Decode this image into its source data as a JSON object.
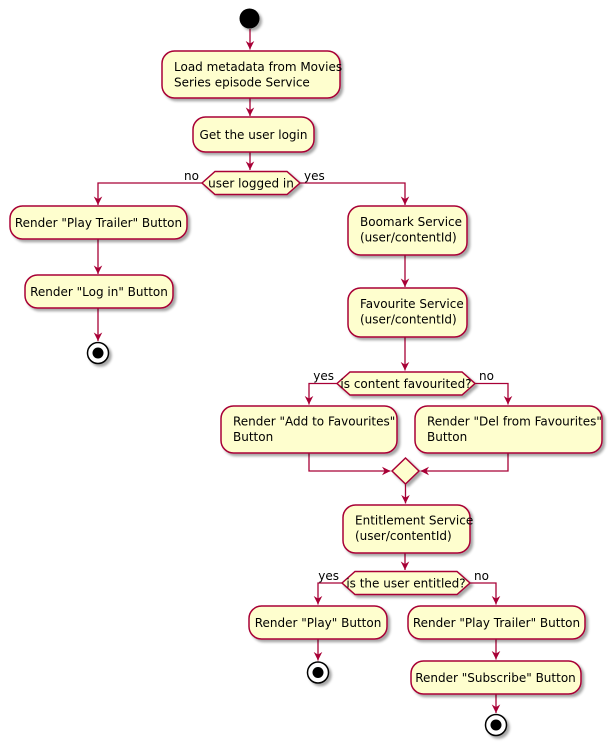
{
  "diagram": {
    "type": "activity-diagram",
    "background": "#FFFFFF",
    "colors": {
      "node_fill": "#FEFECE",
      "node_border": "#A80036",
      "edge": "#A80036",
      "text": "#000000",
      "end_node": "#000000",
      "background": "#FFFFFF"
    },
    "nodes": {
      "load_metadata": {
        "line1": "Load metadata from Movies",
        "line2": "Series episode Service"
      },
      "get_user_login": {
        "label": "Get the user login"
      },
      "user_logged_in": {
        "label": "user logged in",
        "branch_no": "no",
        "branch_yes": "yes"
      },
      "render_play_trailer_left": {
        "label": "Render \"Play Trailer\" Button"
      },
      "render_log_in": {
        "label": "Render \"Log in\" Button"
      },
      "bookmark_service": {
        "line1": "Boomark Service",
        "line2": "(user/contentId)"
      },
      "favourite_service": {
        "line1": "Favourite Service",
        "line2": "(user/contentId)"
      },
      "is_content_favourited": {
        "label": "is content favourited?",
        "branch_yes": "yes",
        "branch_no": "no"
      },
      "render_add_to_favourites": {
        "line1": "Render \"Add to Favourites\"",
        "line2": "Button"
      },
      "render_del_from_favourites": {
        "line1": "Render \"Del from Favourites\"",
        "line2": "Button"
      },
      "entitlement_service": {
        "line1": "Entitlement Service",
        "line2": "(user/contentId)"
      },
      "is_user_entitled": {
        "label": "is the user entitled?",
        "branch_yes": "yes",
        "branch_no": "no"
      },
      "render_play": {
        "label": "Render \"Play\" Button"
      },
      "render_play_trailer_right": {
        "label": "Render \"Play Trailer\" Button"
      },
      "render_subscribe": {
        "label": "Render \"Subscribe\" Button"
      }
    }
  }
}
